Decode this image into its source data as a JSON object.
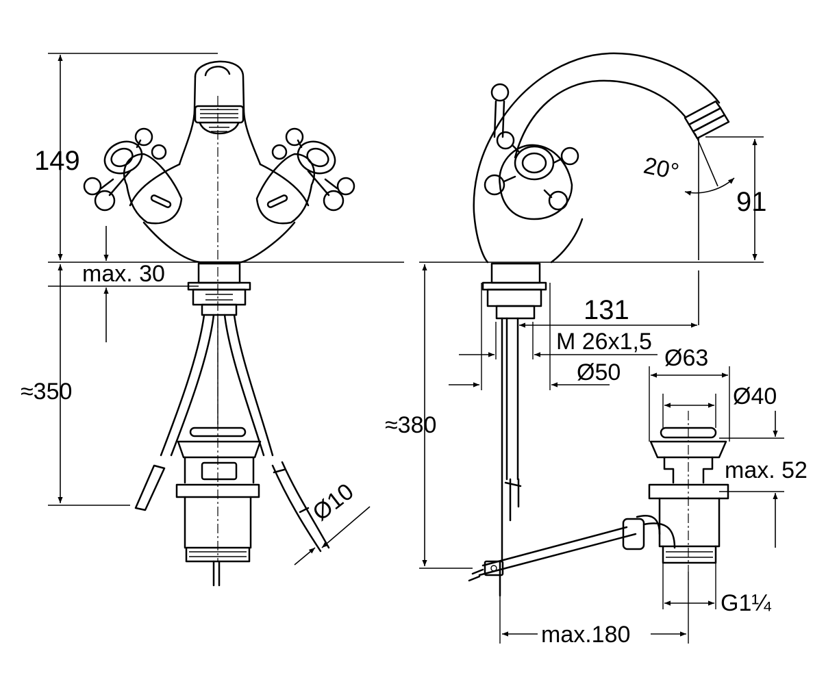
{
  "front_view": {
    "height_149": "149",
    "max_30": "max. 30",
    "approx_350": "≈350",
    "dia_10": "Ø10"
  },
  "side_view": {
    "angle_20": "20°",
    "height_91": "91",
    "dist_131": "131",
    "thread": "M 26x1,5",
    "dia_50": "Ø50",
    "dia_63": "Ø63",
    "dia_40": "Ø40",
    "approx_380": "≈380",
    "max_52": "max. 52",
    "thread_g": "G1¼",
    "max_180": "max.180"
  }
}
